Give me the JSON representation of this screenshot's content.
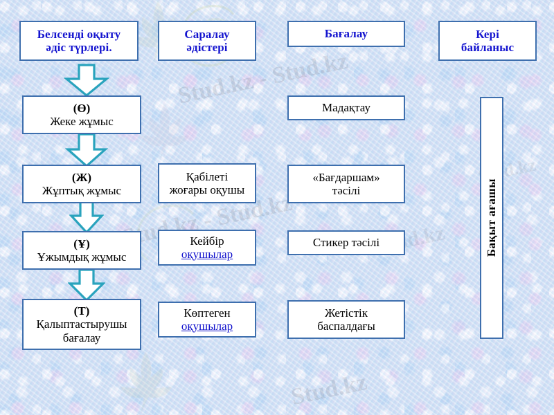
{
  "slide": {
    "background_color": "#cee0f5",
    "box_border_color": "#3e6fae",
    "box_fill_color": "#ffffff",
    "header_text_color": "#1414cf",
    "arrow_stroke_color": "#29a3bd",
    "link_color": "#1111cc",
    "watermark_text": "Stud.kz",
    "watermark_text_long": "Stud.kz - Stud.kz"
  },
  "columns": {
    "headers": [
      {
        "id": "col-1",
        "lines": [
          "Белсенді оқыту",
          "әдіс түрлері."
        ]
      },
      {
        "id": "col-2",
        "lines": [
          "Саралау",
          "әдістері"
        ]
      },
      {
        "id": "col-3",
        "lines": [
          "Бағалау"
        ]
      },
      {
        "id": "col-4",
        "lines": [
          "Кері",
          "байланыс"
        ]
      }
    ]
  },
  "column_1_nodes": [
    {
      "id": "node-o",
      "code": "(Ө)",
      "lines": [
        "Жеке жұмыс"
      ]
    },
    {
      "id": "node-zh",
      "code": "(Ж)",
      "lines": [
        "Жұптық  жұмыс"
      ]
    },
    {
      "id": "node-u",
      "code": "(Ұ)",
      "lines": [
        "Ұжымдық жұмыс"
      ]
    },
    {
      "id": "node-t",
      "code": "(Т)",
      "lines": [
        "Қалыптастырушы",
        "бағалау"
      ]
    }
  ],
  "column_2_nodes": [
    {
      "id": "saralau-1",
      "lines": [
        "Қабілеті",
        "жоғары оқушы"
      ],
      "link": null
    },
    {
      "id": "saralau-2",
      "lines": [
        "Кейбір"
      ],
      "link": "оқушылар"
    },
    {
      "id": "saralau-3",
      "lines": [
        "Көптеген"
      ],
      "link": "оқушылар"
    }
  ],
  "column_3_nodes": [
    {
      "id": "bagalau-1",
      "lines": [
        "Мадақтау"
      ]
    },
    {
      "id": "bagalau-2",
      "lines": [
        "«Бағдаршам»",
        "тәсілі"
      ]
    },
    {
      "id": "bagalau-3",
      "lines": [
        "Стикер тәсілі"
      ]
    },
    {
      "id": "bagalau-4",
      "lines": [
        "Жетістік",
        "баспалдағы"
      ]
    }
  ],
  "column_4_nodes": [
    {
      "id": "keri-1",
      "vertical_label": "Бақыт ағашы"
    }
  ],
  "arrows": [
    {
      "id": "arrow-1",
      "direction": "down"
    },
    {
      "id": "arrow-2",
      "direction": "down"
    },
    {
      "id": "arrow-3",
      "direction": "down"
    },
    {
      "id": "arrow-4",
      "direction": "down"
    }
  ]
}
